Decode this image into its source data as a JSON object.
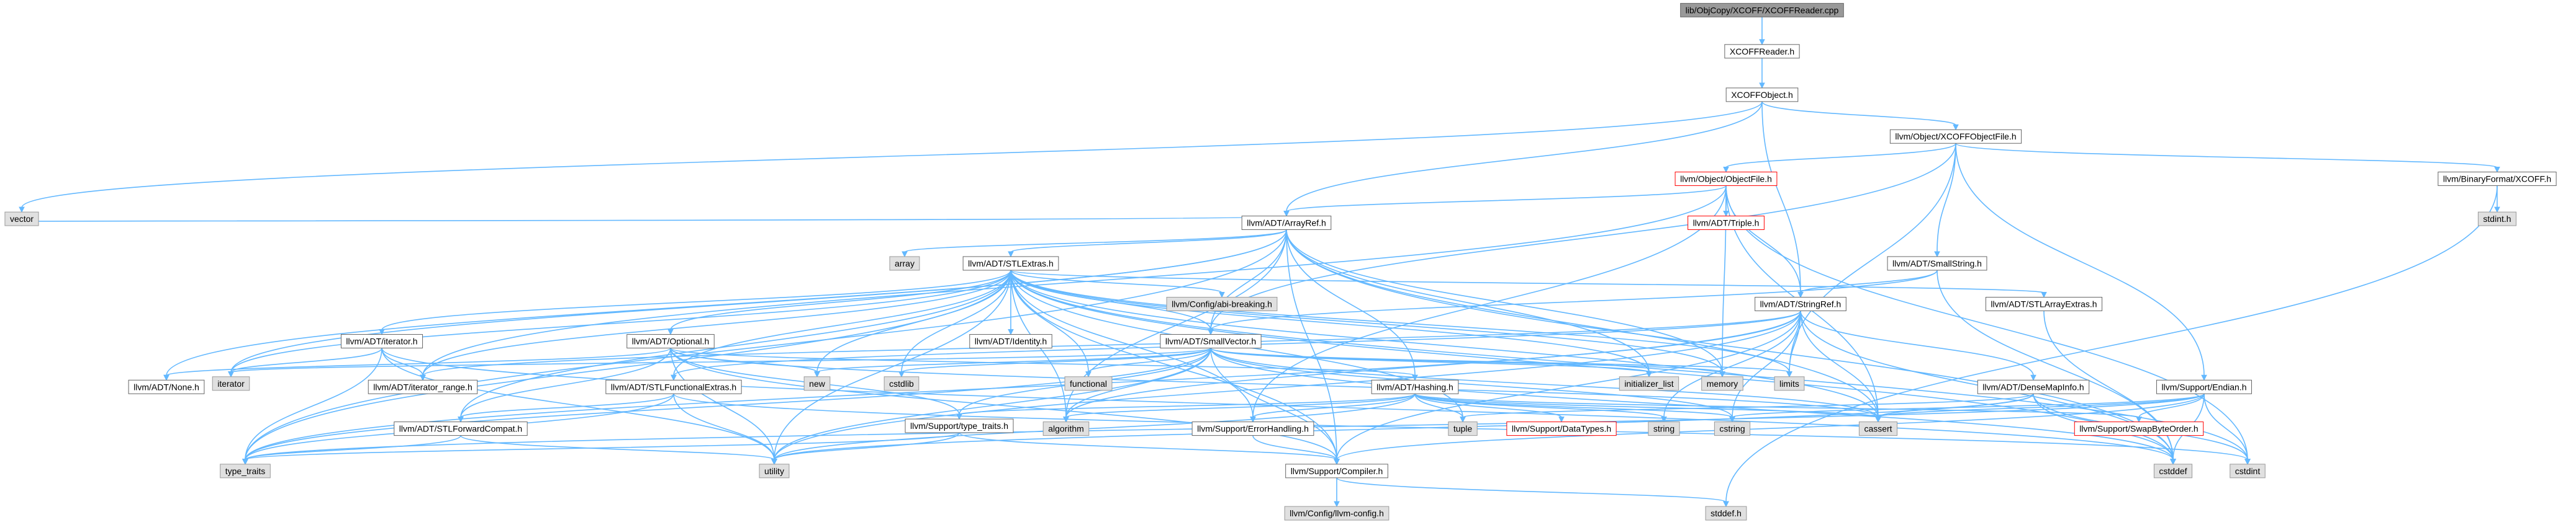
{
  "colors": {
    "edge": "#63b8ff",
    "root_fill": "#999999",
    "normal_fill": "#ffffff",
    "normal_border": "#666666",
    "system_fill": "#e0e0e0",
    "system_border": "#999999",
    "linked_border": "#ff0000"
  },
  "nodes": [
    {
      "id": "root",
      "label": "lib/ObjCopy/XCOFF/XCOFFReader.cpp",
      "kind": "root"
    },
    {
      "id": "xcoffreader_h",
      "label": "XCOFFReader.h",
      "kind": "normal"
    },
    {
      "id": "xcoffobject_h",
      "label": "XCOFFObject.h",
      "kind": "normal"
    },
    {
      "id": "object_xcoffobjectfile",
      "label": "llvm/Object/XCOFFObjectFile.h",
      "kind": "normal"
    },
    {
      "id": "vector",
      "label": "vector",
      "kind": "system"
    },
    {
      "id": "object_objectfile",
      "label": "llvm/Object/ObjectFile.h",
      "kind": "linked"
    },
    {
      "id": "binaryformat_xcoff",
      "label": "llvm/BinaryFormat/XCOFF.h",
      "kind": "normal"
    },
    {
      "id": "arrayref",
      "label": "llvm/ADT/ArrayRef.h",
      "kind": "normal"
    },
    {
      "id": "triple",
      "label": "llvm/ADT/Triple.h",
      "kind": "linked"
    },
    {
      "id": "stdint_h",
      "label": "stdint.h",
      "kind": "system"
    },
    {
      "id": "array",
      "label": "array",
      "kind": "system"
    },
    {
      "id": "stlextras",
      "label": "llvm/ADT/STLExtras.h",
      "kind": "normal"
    },
    {
      "id": "smallstring",
      "label": "llvm/ADT/SmallString.h",
      "kind": "normal"
    },
    {
      "id": "abi_breaking",
      "label": "llvm/Config/abi-breaking.h",
      "kind": "system"
    },
    {
      "id": "iterator_h",
      "label": "llvm/ADT/iterator.h",
      "kind": "normal"
    },
    {
      "id": "optional",
      "label": "llvm/ADT/Optional.h",
      "kind": "normal"
    },
    {
      "id": "identity",
      "label": "llvm/ADT/Identity.h",
      "kind": "normal"
    },
    {
      "id": "smallvector",
      "label": "llvm/ADT/SmallVector.h",
      "kind": "normal"
    },
    {
      "id": "stringref",
      "label": "llvm/ADT/StringRef.h",
      "kind": "normal"
    },
    {
      "id": "stlarrayextras",
      "label": "llvm/ADT/STLArrayExtras.h",
      "kind": "normal"
    },
    {
      "id": "iterator",
      "label": "iterator",
      "kind": "system"
    },
    {
      "id": "none",
      "label": "llvm/ADT/None.h",
      "kind": "normal"
    },
    {
      "id": "iterator_range",
      "label": "llvm/ADT/iterator_range.h",
      "kind": "normal"
    },
    {
      "id": "new",
      "label": "new",
      "kind": "system"
    },
    {
      "id": "cstdlib",
      "label": "cstdlib",
      "kind": "system"
    },
    {
      "id": "functional",
      "label": "functional",
      "kind": "system"
    },
    {
      "id": "stlfunctionalextras",
      "label": "llvm/ADT/STLFunctionalExtras.h",
      "kind": "normal"
    },
    {
      "id": "initializer_list",
      "label": "initializer_list",
      "kind": "system"
    },
    {
      "id": "memory",
      "label": "memory",
      "kind": "system"
    },
    {
      "id": "limits",
      "label": "limits",
      "kind": "system"
    },
    {
      "id": "hashing",
      "label": "llvm/ADT/Hashing.h",
      "kind": "normal"
    },
    {
      "id": "densemapinfo",
      "label": "llvm/ADT/DenseMapInfo.h",
      "kind": "normal"
    },
    {
      "id": "endian",
      "label": "llvm/Support/Endian.h",
      "kind": "normal"
    },
    {
      "id": "stlforwardcompat",
      "label": "llvm/ADT/STLForwardCompat.h",
      "kind": "normal"
    },
    {
      "id": "algorithm",
      "label": "algorithm",
      "kind": "system"
    },
    {
      "id": "type_traits_h",
      "label": "llvm/Support/type_traits.h",
      "kind": "normal"
    },
    {
      "id": "errorhandling",
      "label": "llvm/Support/ErrorHandling.h",
      "kind": "normal"
    },
    {
      "id": "tuple",
      "label": "tuple",
      "kind": "system"
    },
    {
      "id": "datatypes",
      "label": "llvm/Support/DataTypes.h",
      "kind": "linked"
    },
    {
      "id": "string",
      "label": "string",
      "kind": "system"
    },
    {
      "id": "cstring",
      "label": "cstring",
      "kind": "system"
    },
    {
      "id": "cassert",
      "label": "cassert",
      "kind": "system"
    },
    {
      "id": "swapbyteorder",
      "label": "llvm/Support/SwapByteOrder.h",
      "kind": "linked"
    },
    {
      "id": "cstddef",
      "label": "cstddef",
      "kind": "system"
    },
    {
      "id": "cstdint",
      "label": "cstdint",
      "kind": "system"
    },
    {
      "id": "type_traits",
      "label": "type_traits",
      "kind": "system"
    },
    {
      "id": "utility",
      "label": "utility",
      "kind": "system"
    },
    {
      "id": "compiler",
      "label": "llvm/Support/Compiler.h",
      "kind": "normal"
    },
    {
      "id": "llvm_config",
      "label": "llvm/Config/llvm-config.h",
      "kind": "system"
    },
    {
      "id": "stddef_h",
      "label": "stddef.h",
      "kind": "system"
    }
  ],
  "edges": [
    [
      "root",
      "xcoffreader_h"
    ],
    [
      "xcoffreader_h",
      "xcoffobject_h"
    ],
    [
      "xcoffobject_h",
      "object_xcoffobjectfile"
    ],
    [
      "xcoffobject_h",
      "vector"
    ],
    [
      "xcoffobject_h",
      "arrayref"
    ],
    [
      "xcoffobject_h",
      "stringref"
    ],
    [
      "object_xcoffobjectfile",
      "object_objectfile"
    ],
    [
      "object_xcoffobjectfile",
      "binaryformat_xcoff"
    ],
    [
      "object_xcoffobjectfile",
      "smallstring"
    ],
    [
      "object_xcoffobjectfile",
      "smallvector"
    ],
    [
      "object_xcoffobjectfile",
      "endian"
    ],
    [
      "object_xcoffobjectfile",
      "limits"
    ],
    [
      "object_objectfile",
      "arrayref"
    ],
    [
      "object_objectfile",
      "triple"
    ],
    [
      "object_objectfile",
      "stringref"
    ],
    [
      "object_objectfile",
      "iterator_range"
    ],
    [
      "object_objectfile",
      "memory"
    ],
    [
      "object_objectfile",
      "errorhandling"
    ],
    [
      "object_objectfile",
      "cassert"
    ],
    [
      "object_objectfile",
      "cstdint"
    ],
    [
      "binaryformat_xcoff",
      "stdint_h"
    ],
    [
      "binaryformat_xcoff",
      "stddef_h"
    ],
    [
      "arrayref",
      "array"
    ],
    [
      "arrayref",
      "vector"
    ],
    [
      "arrayref",
      "stlextras"
    ],
    [
      "arrayref",
      "smallvector"
    ],
    [
      "arrayref",
      "hashing"
    ],
    [
      "arrayref",
      "none"
    ],
    [
      "arrayref",
      "compiler"
    ],
    [
      "arrayref",
      "iterator"
    ],
    [
      "arrayref",
      "initializer_list"
    ],
    [
      "arrayref",
      "memory"
    ],
    [
      "arrayref",
      "cassert"
    ],
    [
      "arrayref",
      "cstddef"
    ],
    [
      "arrayref",
      "algorithm"
    ],
    [
      "arrayref",
      "type_traits"
    ],
    [
      "stlextras",
      "abi_breaking"
    ],
    [
      "stlextras",
      "iterator_h"
    ],
    [
      "stlextras",
      "optional"
    ],
    [
      "stlextras",
      "identity"
    ],
    [
      "stlextras",
      "smallvector"
    ],
    [
      "stlextras",
      "stlarrayextras"
    ],
    [
      "stlextras",
      "iterator_range"
    ],
    [
      "stlextras",
      "stlforwardcompat"
    ],
    [
      "stlextras",
      "stlfunctionalextras"
    ],
    [
      "stlextras",
      "functional"
    ],
    [
      "stlextras",
      "cstdlib"
    ],
    [
      "stlextras",
      "new"
    ],
    [
      "stlextras",
      "initializer_list"
    ],
    [
      "stlextras",
      "memory"
    ],
    [
      "stlextras",
      "limits"
    ],
    [
      "stlextras",
      "tuple"
    ],
    [
      "stlextras",
      "cassert"
    ],
    [
      "stlextras",
      "cstddef"
    ],
    [
      "stlextras",
      "cstdint"
    ],
    [
      "stlextras",
      "algorithm"
    ],
    [
      "stlextras",
      "iterator"
    ],
    [
      "stlextras",
      "type_traits"
    ],
    [
      "stlextras",
      "utility"
    ],
    [
      "stlextras",
      "errorhandling"
    ],
    [
      "stlextras",
      "compiler"
    ],
    [
      "smallstring",
      "smallvector"
    ],
    [
      "smallstring",
      "stringref"
    ],
    [
      "smallstring",
      "cstddef"
    ],
    [
      "iterator_h",
      "iterator_range"
    ],
    [
      "iterator_h",
      "iterator"
    ],
    [
      "iterator_h",
      "cstddef"
    ],
    [
      "iterator_h",
      "type_traits"
    ],
    [
      "iterator_h",
      "utility"
    ],
    [
      "optional",
      "none"
    ],
    [
      "optional",
      "stlforwardcompat"
    ],
    [
      "optional",
      "hashing"
    ],
    [
      "optional",
      "compiler"
    ],
    [
      "optional",
      "type_traits_h"
    ],
    [
      "optional",
      "cassert"
    ],
    [
      "optional",
      "new"
    ],
    [
      "optional",
      "utility"
    ],
    [
      "smallvector",
      "compiler"
    ],
    [
      "smallvector",
      "type_traits_h"
    ],
    [
      "smallvector",
      "algorithm"
    ],
    [
      "smallvector",
      "cassert"
    ],
    [
      "smallvector",
      "cstddef"
    ],
    [
      "smallvector",
      "cstdlib"
    ],
    [
      "smallvector",
      "cstring"
    ],
    [
      "smallvector",
      "functional"
    ],
    [
      "smallvector",
      "initializer_list"
    ],
    [
      "smallvector",
      "iterator"
    ],
    [
      "smallvector",
      "limits"
    ],
    [
      "smallvector",
      "memory"
    ],
    [
      "smallvector",
      "new"
    ],
    [
      "smallvector",
      "type_traits"
    ],
    [
      "smallvector",
      "utility"
    ],
    [
      "stringref",
      "stlfunctionalextras"
    ],
    [
      "stringref",
      "iterator_range"
    ],
    [
      "stringref",
      "compiler"
    ],
    [
      "stringref",
      "algorithm"
    ],
    [
      "stringref",
      "cassert"
    ],
    [
      "stringref",
      "cstddef"
    ],
    [
      "stringref",
      "cstring"
    ],
    [
      "stringref",
      "limits"
    ],
    [
      "stringref",
      "string"
    ],
    [
      "stringref",
      "type_traits"
    ],
    [
      "stringref",
      "utility"
    ],
    [
      "stringref",
      "densemapinfo"
    ],
    [
      "stlarrayextras",
      "cstddef"
    ],
    [
      "stlfunctionalextras",
      "stlforwardcompat"
    ],
    [
      "stlfunctionalextras",
      "type_traits"
    ],
    [
      "stlfunctionalextras",
      "utility"
    ],
    [
      "stlfunctionalextras",
      "cstdint"
    ],
    [
      "hashing",
      "errorhandling"
    ],
    [
      "hashing",
      "datatypes"
    ],
    [
      "hashing",
      "swapbyteorder"
    ],
    [
      "hashing",
      "type_traits_h"
    ],
    [
      "hashing",
      "algorithm"
    ],
    [
      "hashing",
      "cassert"
    ],
    [
      "hashing",
      "cstring"
    ],
    [
      "hashing",
      "string"
    ],
    [
      "hashing",
      "tuple"
    ],
    [
      "hashing",
      "utility"
    ],
    [
      "densemapinfo",
      "cassert"
    ],
    [
      "densemapinfo",
      "cstddef"
    ],
    [
      "densemapinfo",
      "cstdint"
    ],
    [
      "densemapinfo",
      "tuple"
    ],
    [
      "densemapinfo",
      "utility"
    ],
    [
      "endian",
      "compiler"
    ],
    [
      "endian",
      "swapbyteorder"
    ],
    [
      "endian",
      "cassert"
    ],
    [
      "endian",
      "cstddef"
    ],
    [
      "endian",
      "cstdint"
    ],
    [
      "endian",
      "cstring"
    ],
    [
      "endian",
      "type_traits"
    ],
    [
      "stlforwardcompat",
      "type_traits"
    ],
    [
      "stlforwardcompat",
      "utility"
    ],
    [
      "type_traits_h",
      "compiler"
    ],
    [
      "type_traits_h",
      "type_traits"
    ],
    [
      "type_traits_h",
      "utility"
    ],
    [
      "errorhandling",
      "compiler"
    ],
    [
      "compiler",
      "llvm_config"
    ],
    [
      "compiler",
      "stddef_h"
    ]
  ]
}
